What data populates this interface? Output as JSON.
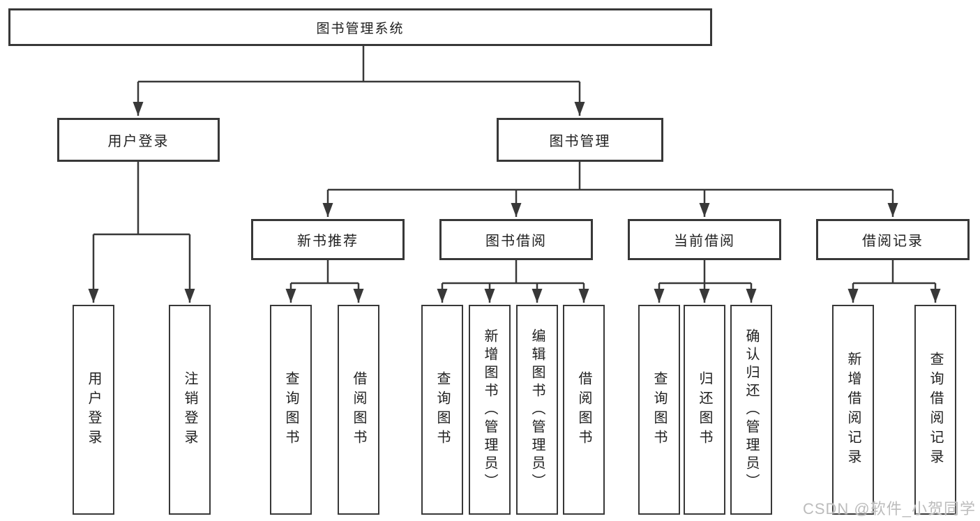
{
  "diagram": {
    "root": {
      "label": "图书管理系统"
    },
    "branches": [
      {
        "label": "用户登录",
        "children": [
          {
            "label": "用户登录"
          },
          {
            "label": "注销登录"
          }
        ]
      },
      {
        "label": "图书管理",
        "children": [
          {
            "label": "新书推荐",
            "children": [
              {
                "label": "查询图书"
              },
              {
                "label": "借阅图书"
              }
            ]
          },
          {
            "label": "图书借阅",
            "children": [
              {
                "label": "查询图书"
              },
              {
                "label": "新增图书（管理员）"
              },
              {
                "label": "编辑图书（管理员）"
              },
              {
                "label": "借阅图书"
              }
            ]
          },
          {
            "label": "当前借阅",
            "children": [
              {
                "label": "查询图书"
              },
              {
                "label": "归还图书"
              },
              {
                "label": "确认归还（管理员）"
              }
            ]
          },
          {
            "label": "借阅记录",
            "children": [
              {
                "label": "新增借阅记录"
              },
              {
                "label": "查询借阅记录"
              }
            ]
          }
        ]
      }
    ]
  },
  "watermark": {
    "text": "CSDN @软件_小贺同学"
  },
  "colors": {
    "line": "#383838",
    "box_border": "#383838",
    "text": "#1f1f1f",
    "watermark": "#bcbcbc",
    "background": "#ffffff"
  }
}
